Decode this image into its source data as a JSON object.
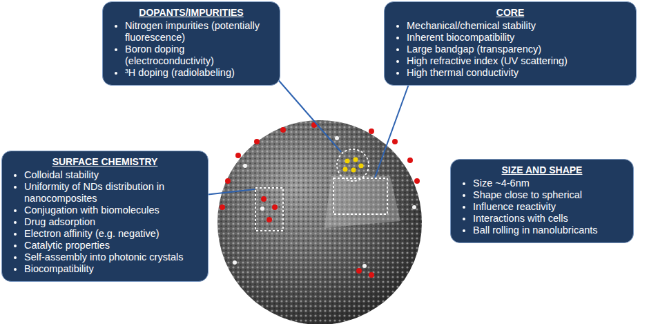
{
  "diagram": {
    "nodes": [
      {
        "text": [
          "DOPANTS/IMPURITIES",
          "Nitrogen impurities (potentially fluorescence)",
          "Boron doping (electroconductivity)",
          "³H doping (radiolabeling)"
        ]
      },
      {
        "text": [
          "CORE",
          "Mechanical/chemical stability",
          "Inherent biocompatibility",
          "Large bandgap (transparency)",
          "High refractive index (UV scattering)",
          "High thermal conductivity"
        ]
      },
      {
        "text": [
          "SURFACE CHEMISTRY",
          "Colloidal stability",
          "Uniformity of NDs distribution in nanocomposites",
          "Conjugation with biomolecules",
          "Drug adsorption",
          "Electron affinity (e.g. negative)",
          "Catalytic properties",
          "Self-assembly into photonic crystals",
          "Biocompatibility"
        ]
      },
      {
        "text": [
          "SIZE AND SHAPE",
          "Size ~4-6nm",
          "Shape close to spherical",
          "Influence reactivity",
          "Interactions with cells",
          "Ball rolling in nanolubricants"
        ]
      }
    ]
  }
}
